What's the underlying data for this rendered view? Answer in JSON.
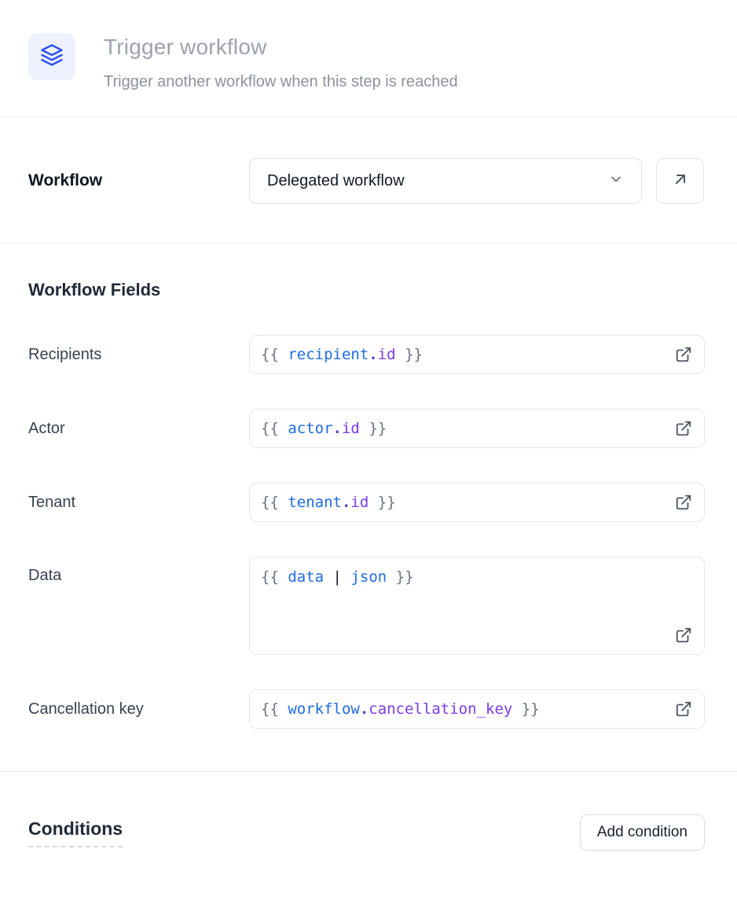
{
  "header": {
    "icon": "layers-icon",
    "title": "Trigger workflow",
    "subtitle": "Trigger another workflow when this step is reached"
  },
  "workflow_selector": {
    "label": "Workflow",
    "selected_value": "Delegated workflow",
    "chevron_icon": "chevron-down-icon",
    "open_button_icon": "arrow-up-right-icon"
  },
  "workflow_fields": {
    "heading": "Workflow Fields",
    "fields": [
      {
        "label": "Recipients",
        "multiline": false,
        "icon": "external-link-icon",
        "tokens": [
          {
            "text": "{{ ",
            "type": "brace"
          },
          {
            "text": "recipient",
            "type": "var"
          },
          {
            "text": ".",
            "type": "dot"
          },
          {
            "text": "id",
            "type": "prop"
          },
          {
            "text": " }}",
            "type": "brace"
          }
        ]
      },
      {
        "label": "Actor",
        "multiline": false,
        "icon": "external-link-icon",
        "tokens": [
          {
            "text": "{{ ",
            "type": "brace"
          },
          {
            "text": "actor",
            "type": "var"
          },
          {
            "text": ".",
            "type": "dot"
          },
          {
            "text": "id",
            "type": "prop"
          },
          {
            "text": " }}",
            "type": "brace"
          }
        ]
      },
      {
        "label": "Tenant",
        "multiline": false,
        "icon": "external-link-icon",
        "tokens": [
          {
            "text": "{{ ",
            "type": "brace"
          },
          {
            "text": "tenant",
            "type": "var"
          },
          {
            "text": ".",
            "type": "dot"
          },
          {
            "text": "id",
            "type": "prop"
          },
          {
            "text": " }}",
            "type": "brace"
          }
        ]
      },
      {
        "label": "Data",
        "multiline": true,
        "icon": "external-link-icon",
        "tokens": [
          {
            "text": "{{ ",
            "type": "brace"
          },
          {
            "text": "data",
            "type": "var"
          },
          {
            "text": " ",
            "type": "plain"
          },
          {
            "text": "|",
            "type": "op"
          },
          {
            "text": " ",
            "type": "plain"
          },
          {
            "text": "json",
            "type": "var"
          },
          {
            "text": " }}",
            "type": "brace"
          }
        ]
      },
      {
        "label": "Cancellation key",
        "multiline": false,
        "icon": "external-link-icon",
        "tokens": [
          {
            "text": "{{ ",
            "type": "brace"
          },
          {
            "text": "workflow",
            "type": "var"
          },
          {
            "text": ".",
            "type": "dot"
          },
          {
            "text": "cancellation_key",
            "type": "prop"
          },
          {
            "text": " }}",
            "type": "brace"
          }
        ]
      }
    ]
  },
  "conditions": {
    "heading": "Conditions",
    "add_button_label": "Add condition"
  },
  "colors": {
    "icon_bg": "#eef2ff",
    "icon_blue": "#2f54eb",
    "token_blue": "#1d6ce0",
    "token_purple": "#7c3aed",
    "token_gray": "#6b7280",
    "border": "#e4e6ea",
    "heading_text": "#1f2937",
    "muted_text": "#9ca2ae"
  }
}
